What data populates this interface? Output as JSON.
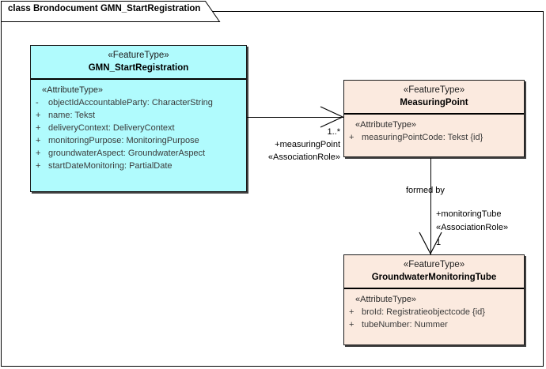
{
  "diagram": {
    "frame_title": "class Brondocument GMN_StartRegistration",
    "background": "#ffffff",
    "colors": {
      "featuretype_primary_fill": "#b0fbfd",
      "featuretype_secondary_fill": "#fbeadf",
      "border": "#1a1a1a",
      "text": "#000000"
    }
  },
  "classes": {
    "gmn_start_registration": {
      "stereotype": "«FeatureType»",
      "name": "GMN_StartRegistration",
      "attribute_stereotype": "«AttributeType»",
      "attributes": [
        {
          "visibility": "-",
          "text": "objectIdAccountableParty: CharacterString"
        },
        {
          "visibility": "+",
          "text": "name: Tekst"
        },
        {
          "visibility": "+",
          "text": "deliveryContext: DeliveryContext"
        },
        {
          "visibility": "+",
          "text": "monitoringPurpose: MonitoringPurpose"
        },
        {
          "visibility": "+",
          "text": "groundwaterAspect: GroundwaterAspect"
        },
        {
          "visibility": "+",
          "text": "startDateMonitoring: PartialDate"
        }
      ]
    },
    "measuring_point": {
      "stereotype": "«FeatureType»",
      "name": "MeasuringPoint",
      "attribute_stereotype": "«AttributeType»",
      "attributes": [
        {
          "visibility": "+",
          "text": "measuringPointCode: Tekst {id}"
        }
      ]
    },
    "groundwater_monitoring_tube": {
      "stereotype": "«FeatureType»",
      "name": "GroundwaterMonitoringTube",
      "attribute_stereotype": "«AttributeType»",
      "attributes": [
        {
          "visibility": "+",
          "text": "broId: Registratieobjectcode {id}"
        },
        {
          "visibility": "+",
          "text": "tubeNumber: Nummer"
        }
      ]
    }
  },
  "associations": {
    "gmn_to_measuringpoint": {
      "multiplicity": "1..*",
      "role": "+measuringPoint",
      "stereotype": "«AssociationRole»"
    },
    "measuringpoint_to_tube": {
      "name": "formed by",
      "role": "+monitoringTube",
      "stereotype": "«AssociationRole»",
      "multiplicity": "1"
    }
  }
}
